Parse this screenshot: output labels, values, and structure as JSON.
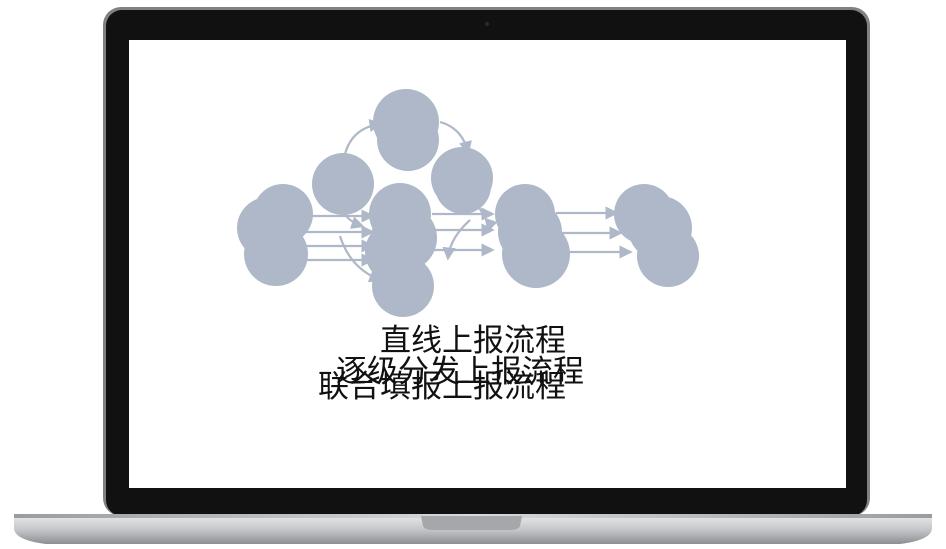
{
  "captions": {
    "direct": "直线上报流程",
    "level_by_level": "逐级分发上报流程",
    "joint": "联合填报上报流程"
  },
  "colors": {
    "node": "#aeb8c8",
    "arrow": "#aeb8c8",
    "bezel": "#111111",
    "screen": "#ffffff",
    "base": "#c9cbce"
  }
}
